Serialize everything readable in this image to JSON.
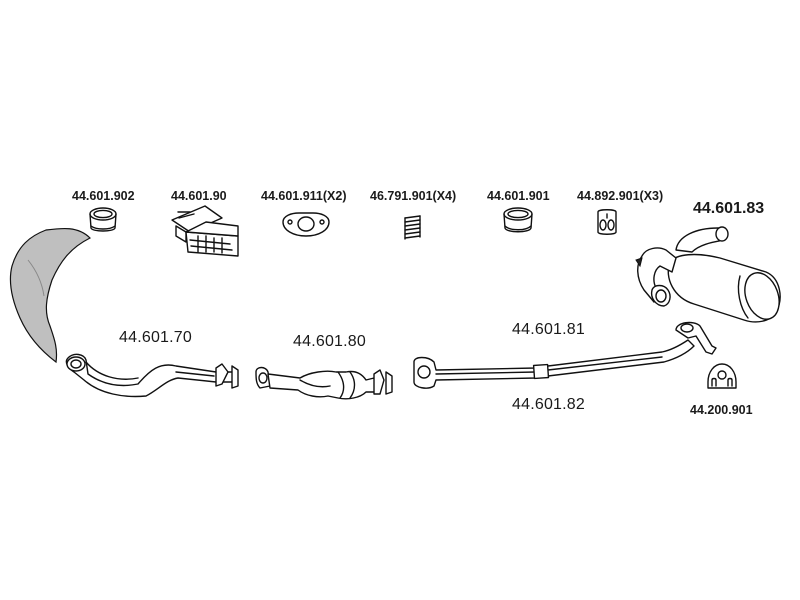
{
  "parts": {
    "clamp_ring_1": "44.601.902",
    "mounting_kit": "44.601.90",
    "gasket": "44.601.911(X2)",
    "spring": "46.791.901(X4)",
    "clamp_ring_2": "44.601.901",
    "rubber_hanger": "44.892.901(X3)",
    "rear_muffler": "44.601.83",
    "front_pipe": "44.601.70",
    "catalytic_converter": "44.601.80",
    "middle_pipe_upper": "44.601.81",
    "middle_pipe_lower": "44.601.82",
    "rear_hanger": "44.200.901"
  },
  "colors": {
    "line": "#111111",
    "shield_fill": "#bfbfbf",
    "text": "#1a1a1a"
  }
}
